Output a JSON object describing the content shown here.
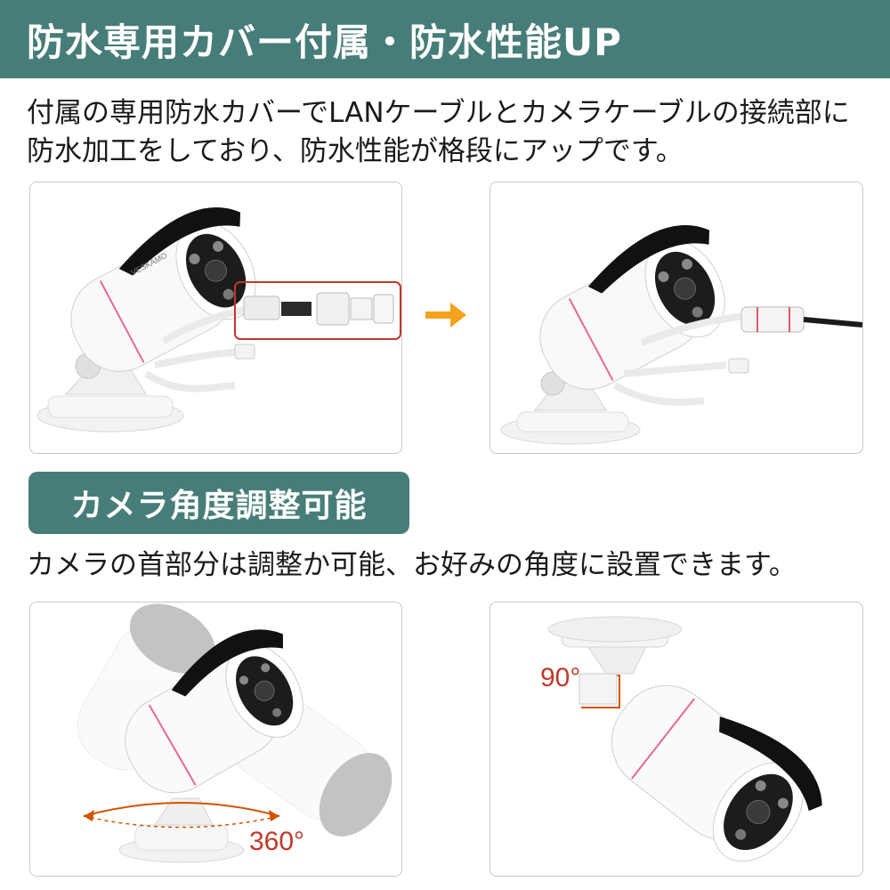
{
  "banner": {
    "title": "防水専用カバー付属・防水性能UP"
  },
  "section1": {
    "description": "付属の専用防水カバーでLANケーブルとカメラケーブルの接続部に防水加工をしており、防水性能が格段にアップです。"
  },
  "section2": {
    "title": "カメラ角度調整可能",
    "description": "カメラの首部分は調整か可能、お好みの角度に設置できます。"
  },
  "camera": {
    "brand_text": "VESKAMO"
  },
  "angles": {
    "rotation": "360°",
    "tilt": "90°"
  },
  "colors": {
    "accent_green": "#477d78",
    "arrow_orange": "#f5a21c",
    "highlight_red": "#c0392b"
  },
  "icons": [
    "arrow-right-icon",
    "rotation-arrow-icon"
  ]
}
